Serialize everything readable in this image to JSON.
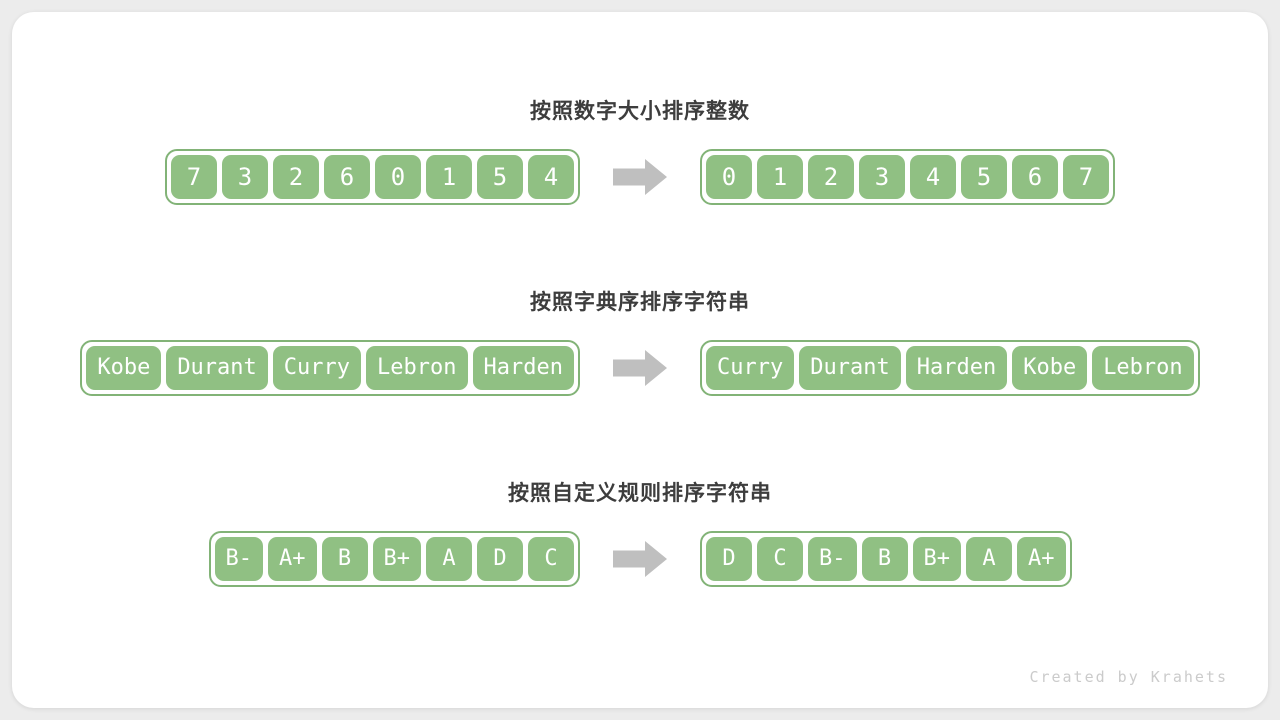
{
  "watermark": "Created by Krahets",
  "colors": {
    "cell_fill": "#90c083",
    "container_border": "#82b377",
    "arrow_fill": "#bfbfbf",
    "title_text": "#3d3d3d",
    "card_bg": "#ffffff",
    "page_bg": "#ececec",
    "watermark_text": "#cbcbcb"
  },
  "arrow_icon": "right-block-arrow",
  "sections": [
    {
      "title": "按照数字大小排序整数",
      "kind": "num",
      "before": [
        "7",
        "3",
        "2",
        "6",
        "0",
        "1",
        "5",
        "4"
      ],
      "after": [
        "0",
        "1",
        "2",
        "3",
        "4",
        "5",
        "6",
        "7"
      ]
    },
    {
      "title": "按照字典序排序字符串",
      "kind": "str",
      "before": [
        "Kobe",
        "Durant",
        "Curry",
        "Lebron",
        "Harden"
      ],
      "after": [
        "Curry",
        "Durant",
        "Harden",
        "Kobe",
        "Lebron"
      ]
    },
    {
      "title": "按照自定义规则排序字符串",
      "kind": "str",
      "before": [
        "B-",
        "A+",
        "B",
        "B+",
        "A",
        "D",
        "C"
      ],
      "after": [
        "D",
        "C",
        "B-",
        "B",
        "B+",
        "A",
        "A+"
      ]
    }
  ]
}
